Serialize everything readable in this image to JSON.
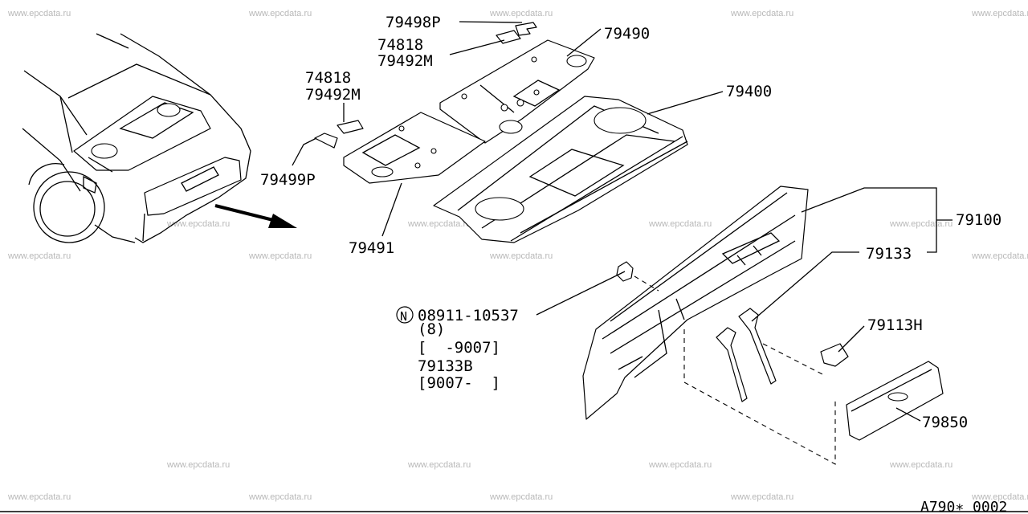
{
  "watermark": "www.epcdata.ru",
  "diagram_code": "A790∗ 0002",
  "callouts": {
    "p79498P": "79498P",
    "p74818_top": "74818",
    "p79492M_top": "79492M",
    "p79490": "79490",
    "p74818_left": "74818",
    "p79492M_left": "79492M",
    "p79400": "79400",
    "p79499P": "79499P",
    "p79491": "79491",
    "p79100": "79100",
    "p79133": "79133",
    "n_marker": "N",
    "p08911": "08911-10537",
    "qty": "(8)",
    "range1": "[  -9007]",
    "p79133B": "79133B",
    "range2": "[9007-  ]",
    "p79113H": "79113H",
    "p79850": "79850"
  }
}
